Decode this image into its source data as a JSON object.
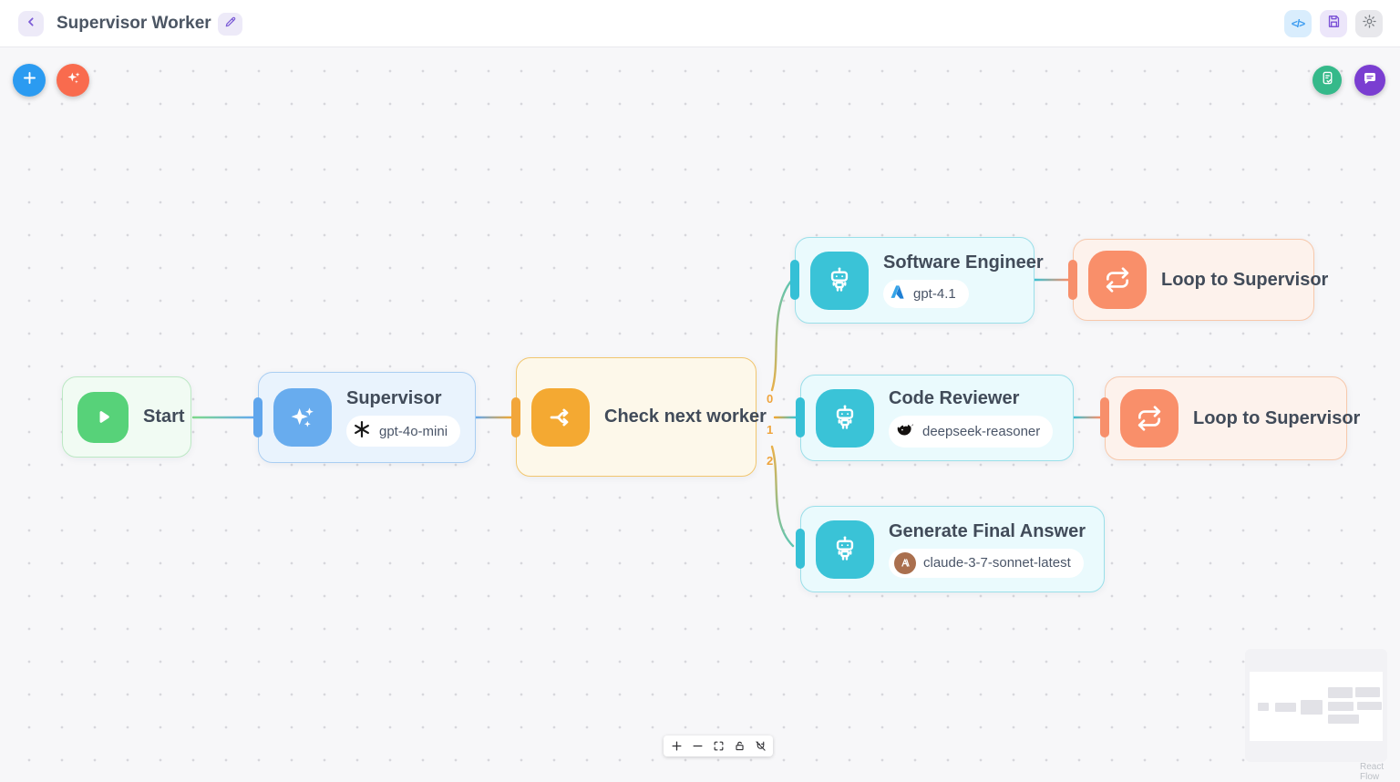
{
  "header": {
    "title": "Supervisor Worker",
    "icons": {
      "back": "chevron-left-icon",
      "edit": "pencil-icon",
      "code": "code-icon",
      "save": "save-icon",
      "settings": "gear-icon"
    },
    "code_glyph": "</>"
  },
  "canvas_toolbar": {
    "icons": {
      "add_node": "plus-icon",
      "ai_assistant": "sparkles-icon",
      "checklist": "clipboard-check-icon",
      "chat": "chat-bubble-icon"
    }
  },
  "flow": {
    "nodes": [
      {
        "id": "start",
        "title": "Start",
        "icon": "play-icon",
        "color": "#57d279"
      },
      {
        "id": "supervisor",
        "title": "Supervisor",
        "icon": "sparkles-icon",
        "model": "gpt-4o-mini",
        "provider_icon": "openai-logo",
        "color": "#68acee"
      },
      {
        "id": "check-next-worker",
        "title": "Check next worker",
        "icon": "split-arrow-icon",
        "color": "#f4a932"
      },
      {
        "id": "software-engineer",
        "title": "Software Engineer",
        "icon": "robot-icon",
        "model": "gpt-4.1",
        "provider_icon": "azure-logo",
        "color": "#3ac3d7"
      },
      {
        "id": "loop-to-supervisor-1",
        "title": "Loop to Supervisor",
        "icon": "loop-icon",
        "color": "#f98f6a"
      },
      {
        "id": "code-reviewer",
        "title": "Code Reviewer",
        "icon": "robot-icon",
        "model": "deepseek-reasoner",
        "provider_icon": "deepseek-logo",
        "color": "#3ac3d7"
      },
      {
        "id": "loop-to-supervisor-2",
        "title": "Loop to Supervisor",
        "icon": "loop-icon",
        "color": "#f98f6a"
      },
      {
        "id": "generate-final-answer",
        "title": "Generate Final Answer",
        "icon": "robot-icon",
        "model": "claude-3-7-sonnet-latest",
        "provider_icon": "anthropic-logo",
        "color": "#3ac3d7"
      }
    ],
    "edges": [
      {
        "from": "start",
        "to": "supervisor"
      },
      {
        "from": "supervisor",
        "to": "check-next-worker"
      },
      {
        "from": "check-next-worker",
        "to": "software-engineer",
        "label": "0"
      },
      {
        "from": "check-next-worker",
        "to": "code-reviewer",
        "label": "1"
      },
      {
        "from": "check-next-worker",
        "to": "generate-final-answer",
        "label": "2"
      },
      {
        "from": "software-engineer",
        "to": "loop-to-supervisor-1"
      },
      {
        "from": "code-reviewer",
        "to": "loop-to-supervisor-2"
      }
    ]
  },
  "controls": {
    "icons": [
      "zoom-in-icon",
      "zoom-out-icon",
      "fit-view-icon",
      "lock-open-icon",
      "magnet-off-icon"
    ]
  },
  "minimap": {
    "attribution": "React Flow"
  },
  "colors": {
    "canvas_bg": "#f7f7f9",
    "header_bg": "#ffffff",
    "accent_purple": "#7b5bd6",
    "accent_blue": "#2b9bf1",
    "accent_coral": "#f96b4e",
    "accent_green": "#35b98a",
    "node_start": "#57d279",
    "node_supervisor": "#68acee",
    "node_router": "#f4a932",
    "node_agent": "#3ac3d7",
    "node_loop": "#f98f6a",
    "edge_label": "#efa43c"
  }
}
